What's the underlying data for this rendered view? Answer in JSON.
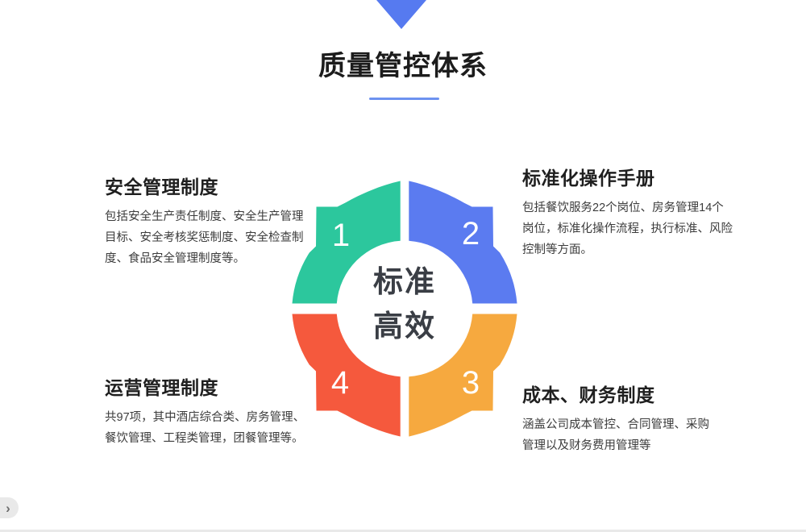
{
  "slide": {
    "title": "质量管控体系",
    "colors": {
      "accent_blue": "#567AF0",
      "underline_blue": "#6D92F0"
    },
    "center_label": {
      "line1": "标准",
      "line2": "高效"
    },
    "quadrants": [
      {
        "number": "1",
        "position": "top-left",
        "color": "#2CC79D",
        "title": "安全管理制度",
        "desc": "包括安全生产责任制度、安全生产管理\n目标、安全考核奖惩制度、安全检查制\n度、食品安全管理制度等。"
      },
      {
        "number": "2",
        "position": "top-right",
        "color": "#5B7BF0",
        "title": "标准化操作手册",
        "desc": "包括餐饮服务22个岗位、房务管理14个\n岗位，标准化操作流程，执行标准、风险\n控制等方面。"
      },
      {
        "number": "3",
        "position": "bottom-right",
        "color": "#F6A93F",
        "title": "成本、财务制度",
        "desc": "涵盖公司成本管控、合同管理、采购\n管理以及财务费用管理等"
      },
      {
        "number": "4",
        "position": "bottom-left",
        "color": "#F5593D",
        "title": "运营管理制度",
        "desc": "共97项，其中酒店综合类、房务管理、\n餐饮管理、工程类管理，团餐管理等。"
      }
    ]
  },
  "viewer": {
    "expand_chevron": "›"
  }
}
